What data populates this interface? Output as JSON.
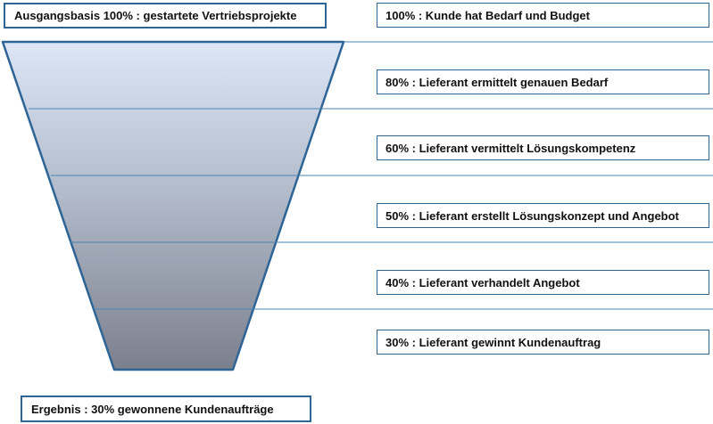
{
  "start_label": "Ausgangsbasis 100% : gestartete Vertriebsprojekte",
  "result_label": "Ergebnis : 30% gewonnene Kundenaufträge",
  "stages": [
    "100% : Kunde hat Bedarf und Budget",
    "80% : Lieferant ermittelt genauen Bedarf",
    "60% : Lieferant vermittelt Lösungskompetenz",
    "50% : Lieferant erstellt Lösungskonzept und Angebot",
    "40% : Lieferant verhandelt Angebot",
    "30% : Lieferant gewinnt Kundenauftrag"
  ],
  "colors": {
    "border": "#2e6496",
    "line": "#4b83b4",
    "funnel_top": "#dce6f6",
    "funnel_bottom": "#7d8290"
  }
}
